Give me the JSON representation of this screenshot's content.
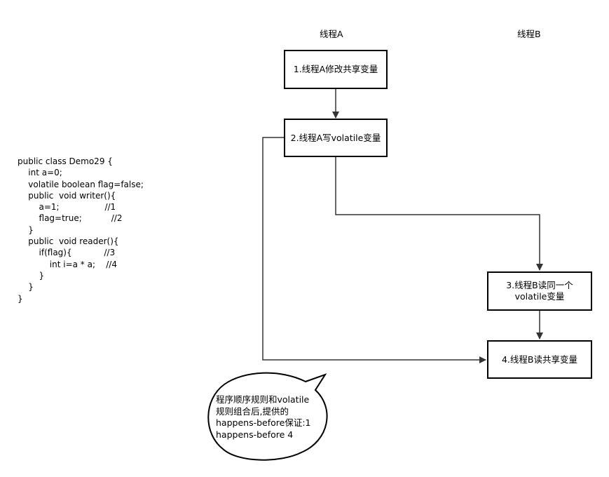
{
  "lanes": {
    "thread_a": "线程A",
    "thread_b": "线程B"
  },
  "code_lines": [
    "public class Demo29 {",
    "    int a=0;",
    "    volatile boolean flag=false;",
    "    public  void writer(){",
    "        a=1;                 //1",
    "        flag=true;           //2",
    "    }",
    "    public  void reader(){",
    "        if(flag){            //3",
    "            int i=a * a;    //4",
    "        }",
    "    }",
    "}"
  ],
  "steps": {
    "step1": "1.线程A修改共享变量",
    "step2": "2.线程A写volatile变量",
    "step3": "3.线程B读同一个volatile变量",
    "step4": "4.线程B读共享变量"
  },
  "callout": {
    "lines": [
      "程序顺序规则和volatile",
      "规则组合后,提供的",
      "happens-before保证:1",
      "happens-before 4"
    ]
  },
  "colors": {
    "stroke": "#000000",
    "connector": "#333333",
    "background": "#ffffff"
  }
}
